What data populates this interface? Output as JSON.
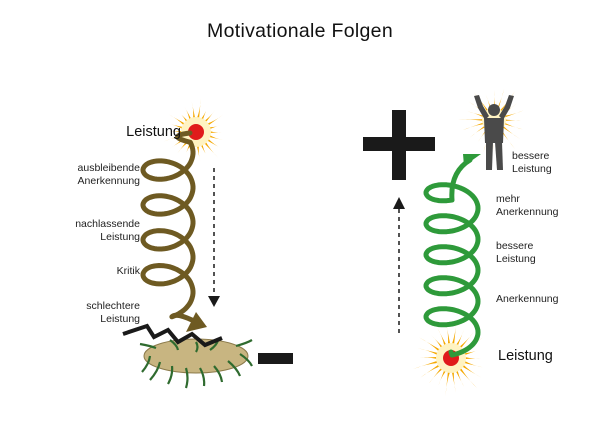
{
  "title": "Motivationale Folgen",
  "negative": {
    "start_label": "Leistung",
    "steps": [
      "ausbleibende\nAnerkennung",
      "nachlassende\nLeistung",
      "Kritik",
      "schlechtere\nLeistung"
    ],
    "sign": "minus"
  },
  "positive": {
    "start_label": "Leistung",
    "steps": [
      "Anerkennung",
      "bessere\nLeistung",
      "mehr\nAnerkennung",
      "bessere\nLeistung"
    ],
    "sign": "plus"
  },
  "colors": {
    "negative_spiral": "#6e5a22",
    "positive_spiral": "#2e9a3a",
    "sun": "#f5a800",
    "sun_core": "#e01b1b",
    "sign": "#1a1a1a",
    "ground": "#c8b581",
    "grass": "#2f6b2f",
    "figure": "#4a4a4a"
  },
  "icons": [
    "sun-icon",
    "person-cheering-icon",
    "plus-sign-icon",
    "minus-sign-icon",
    "dashed-arrow-icon"
  ]
}
